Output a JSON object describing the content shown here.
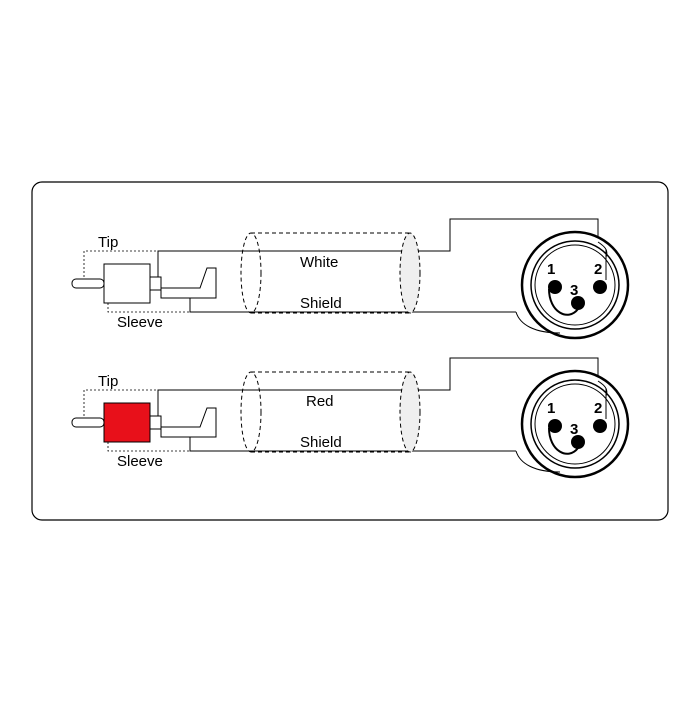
{
  "cables": [
    {
      "tip_label": "Tip",
      "sleeve_label": "Sleeve",
      "signal_label": "White",
      "shield_label": "Shield",
      "plug_color": "#ffffff",
      "xlr_pins": [
        "1",
        "2",
        "3"
      ]
    },
    {
      "tip_label": "Tip",
      "sleeve_label": "Sleeve",
      "signal_label": "Red",
      "shield_label": "Shield",
      "plug_color": "#e8101a",
      "xlr_pins": [
        "1",
        "2",
        "3"
      ]
    }
  ]
}
